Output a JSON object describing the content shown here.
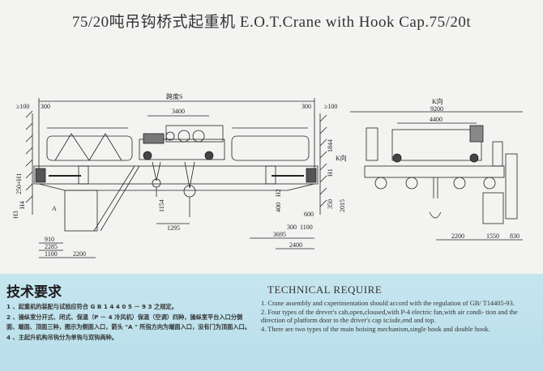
{
  "title": "75/20吨吊钩桥式起重机 E.O.T.Crane with Hook Cap.75/20t",
  "drawing": {
    "front_view": {
      "span_label": "跨度S",
      "trolley_width": "3400",
      "clearance_left": "≥100",
      "rail_left": "300",
      "rail_right": "300",
      "clearance_right": "≥100",
      "hook_offset": "1295",
      "hook_height": "1154",
      "dim_910": "910",
      "dim_2285": "2285",
      "dim_1100_left": "1100",
      "dim_2200_left": "2200",
      "dim_300_right": "300",
      "dim_1100_right": "1100",
      "dim_3695": "3695",
      "dim_2400": "2400",
      "dim_600": "600",
      "dim_1844": "1844",
      "dim_350": "350",
      "dim_400": "400",
      "dim_250h1": "250+H1",
      "h1": "H1",
      "h2": "H2",
      "h3": "H3",
      "h4": "H4",
      "view_arrow_a": "A",
      "view_arrow_k": "K向",
      "dim_2015": "2015"
    },
    "side_view": {
      "view_label": "K向",
      "overall_width": "9200",
      "trolley_gauge": "4400",
      "dim_2200": "2200",
      "dim_1550": "1550",
      "dim_830": "830"
    }
  },
  "requirements_cn": {
    "heading": "技术要求",
    "items": [
      "1 、起重机的装配与试验应符合 G B 1 4 4 0 5 － 9 3 之规定。",
      "2 、操纵室分开式、闭式、保温（P － 4 冷风机）保温（空调）四种，操纵室平台入口分侧面、端面、顶面三种，图示为侧面入口，箭头 \"A \" 所指方向为端面入口，没有门为顶面入口。",
      "4 、主起升机构吊钩分为单钩与双钩两种。"
    ]
  },
  "requirements_en": {
    "heading": "TECHNICAL REQUIRE",
    "items": [
      "1. Crane assembly and cxperimentation should accord with the regulation of GB/ T14405-93.",
      "2. Four types of the drever's cab,open,cloused,with P-4 electric fan,with air condi- tion and the direction of platform door to the driver's cap is:isde,end and top.",
      "4. There are two types of the main hoising mechanism,single hook and double hook."
    ]
  },
  "colors": {
    "panel": "#c0e3ed",
    "ink": "#222222",
    "paper": "#f3f4f2"
  }
}
